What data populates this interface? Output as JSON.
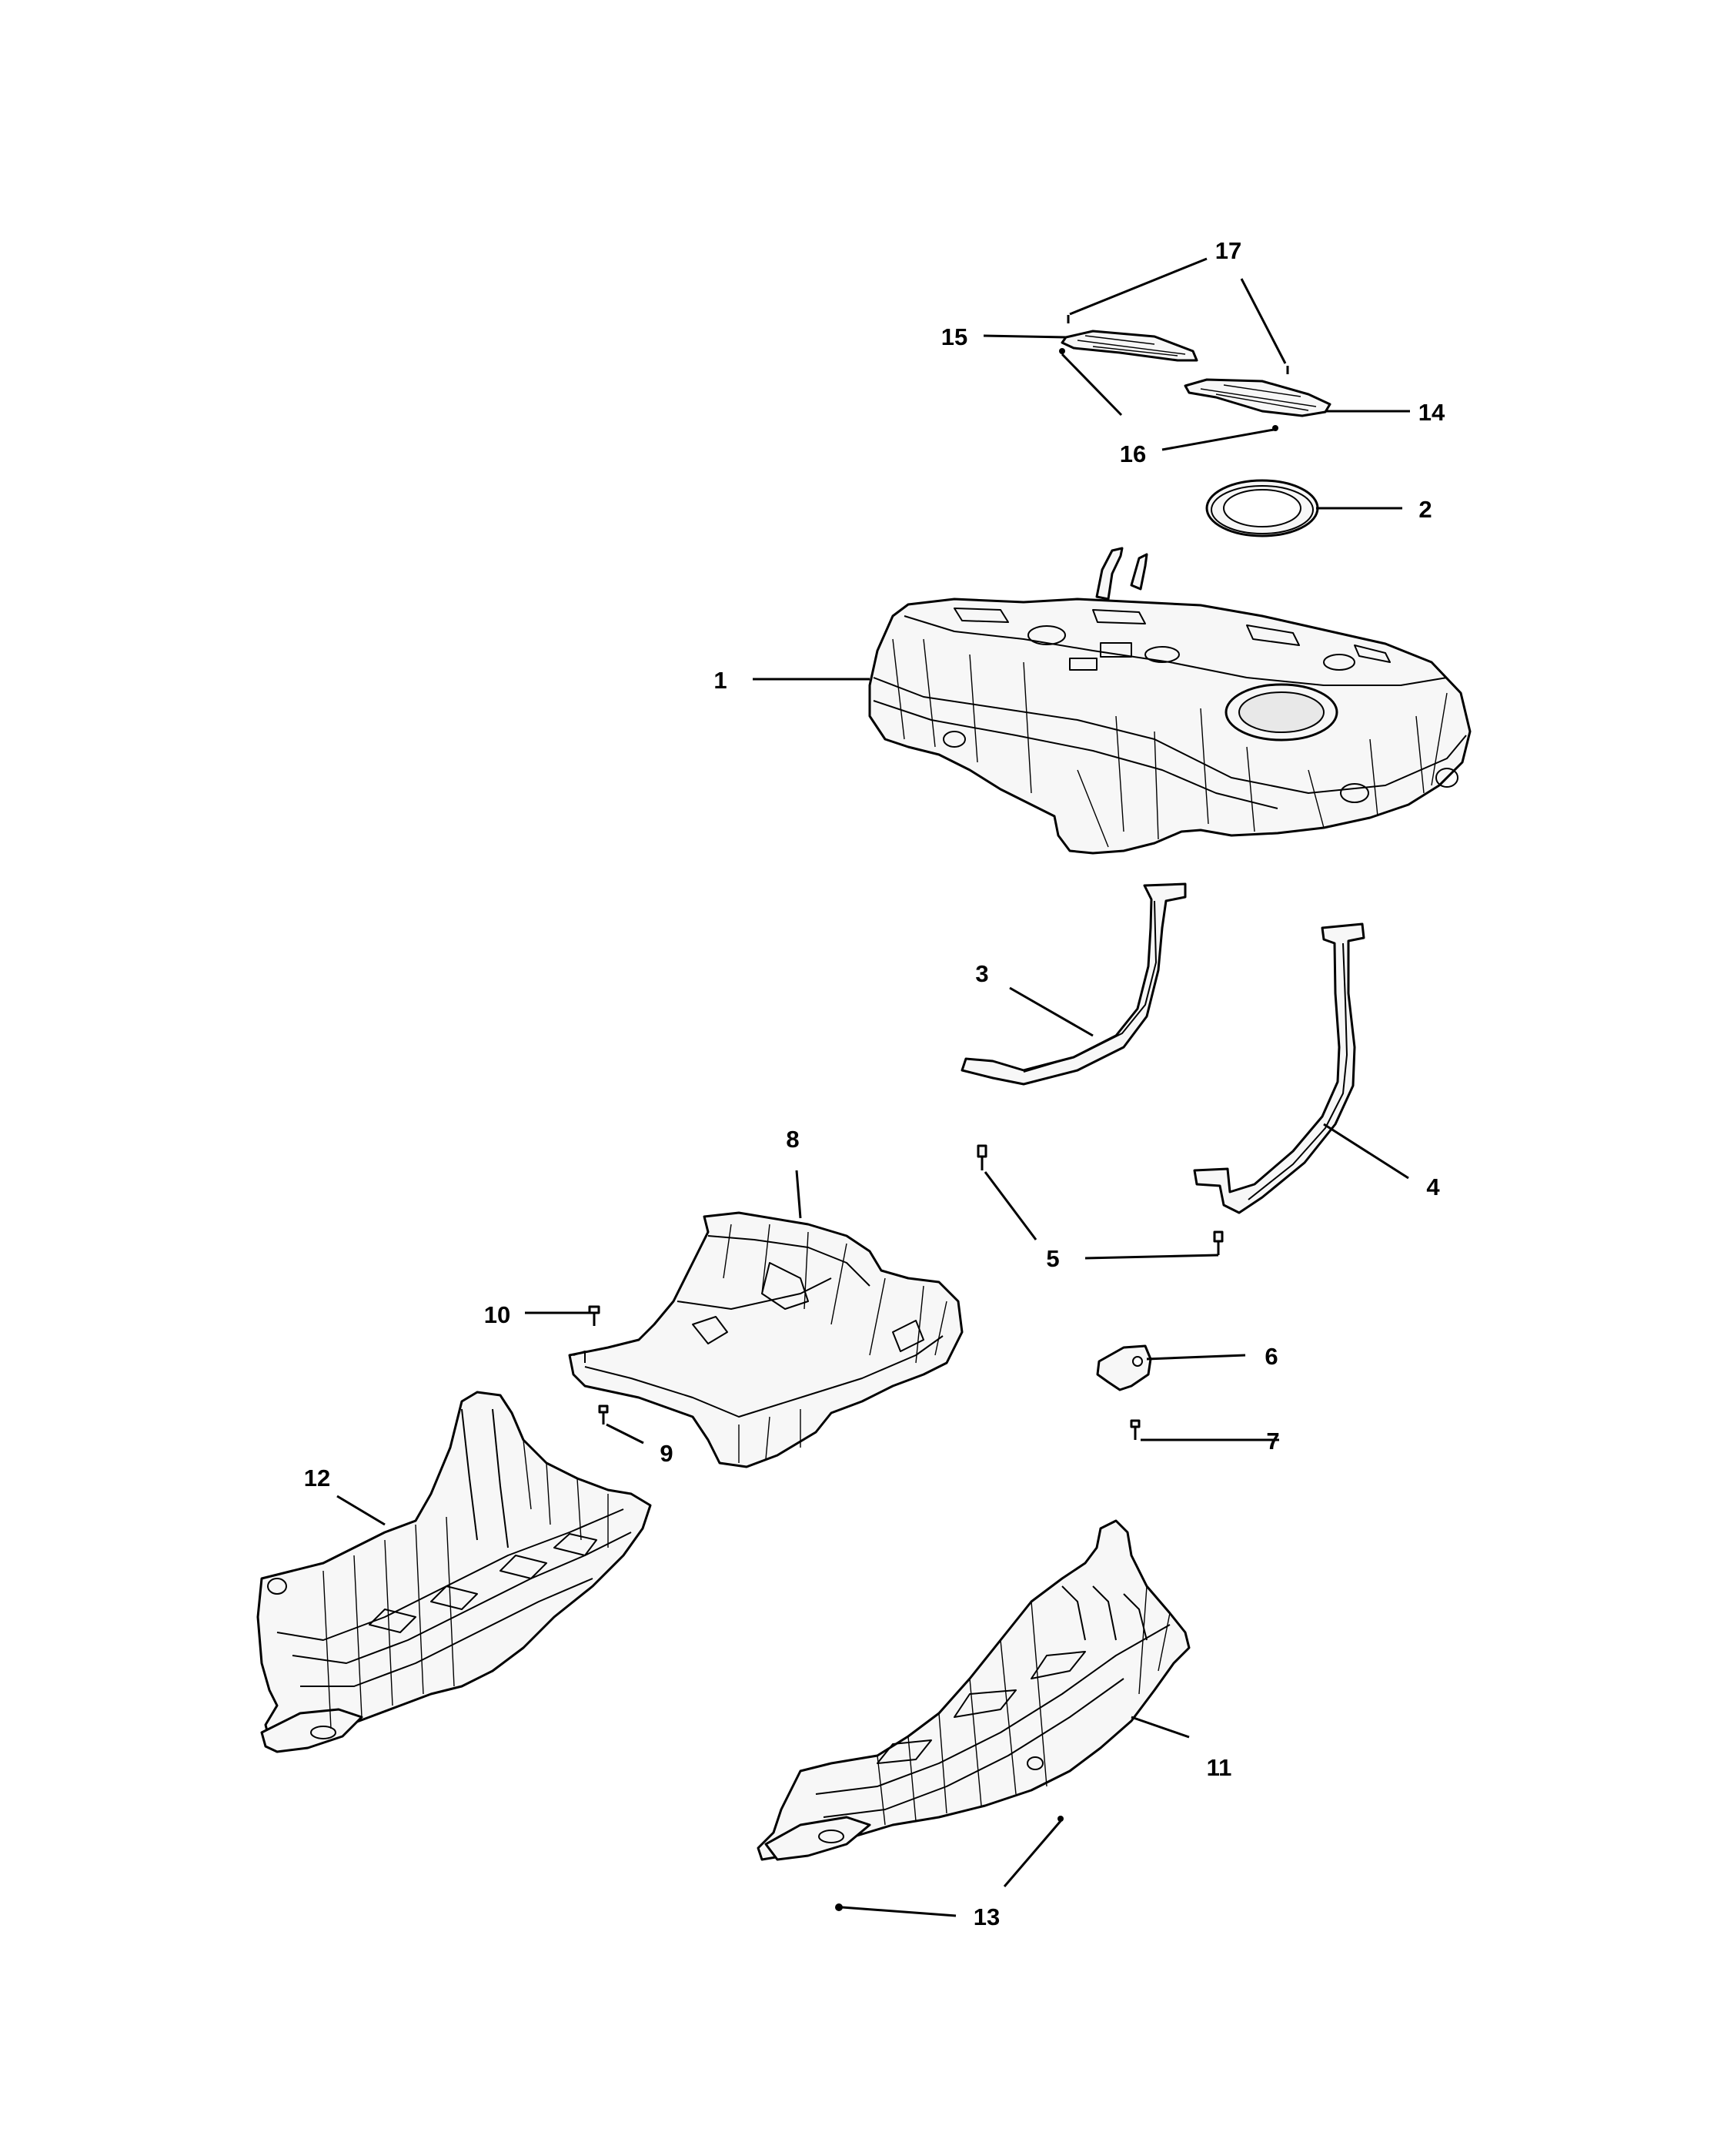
{
  "callouts": {
    "c1": "1",
    "c2": "2",
    "c3": "3",
    "c4": "4",
    "c5": "5",
    "c6": "6",
    "c7": "7",
    "c8": "8",
    "c9": "9",
    "c10": "10",
    "c11": "11",
    "c12": "12",
    "c13": "13",
    "c14": "14",
    "c15": "15",
    "c16": "16",
    "c17": "17"
  },
  "parts": [
    {
      "id": "fuel-tank",
      "callout": "1"
    },
    {
      "id": "lock-ring",
      "callout": "2"
    },
    {
      "id": "strap-front",
      "callout": "3"
    },
    {
      "id": "strap-rear",
      "callout": "4"
    },
    {
      "id": "strap-bolt",
      "callout": "5"
    },
    {
      "id": "bracket",
      "callout": "6"
    },
    {
      "id": "bracket-bolt",
      "callout": "7"
    },
    {
      "id": "heat-shield",
      "callout": "8"
    },
    {
      "id": "heat-shield-fastener",
      "callout": "9"
    },
    {
      "id": "heat-shield-bolt",
      "callout": "10"
    },
    {
      "id": "skid-plate-right",
      "callout": "11"
    },
    {
      "id": "skid-plate-left",
      "callout": "12"
    },
    {
      "id": "skid-plate-bolt",
      "callout": "13"
    },
    {
      "id": "shield-upper-right",
      "callout": "14"
    },
    {
      "id": "shield-upper-left",
      "callout": "15"
    },
    {
      "id": "shield-nut",
      "callout": "16"
    },
    {
      "id": "shield-stud",
      "callout": "17"
    }
  ]
}
